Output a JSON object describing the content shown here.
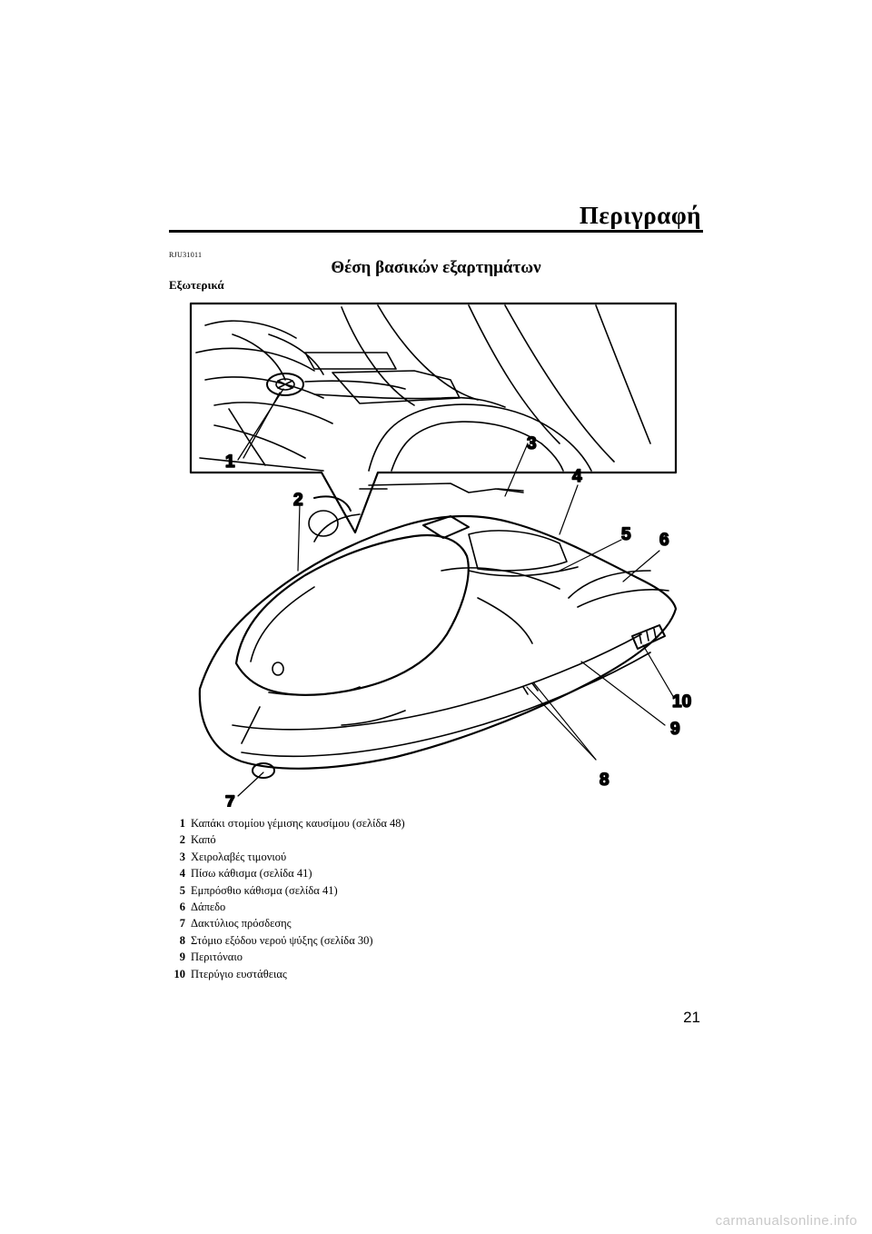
{
  "page": {
    "section_title": "Περιγραφή",
    "code": "RJU31011",
    "heading": "Θέση βασικών εξαρτημάτων",
    "subheading": "Εξωτερικά",
    "page_number": "21",
    "watermark": "carmanualsonline.info"
  },
  "callouts": [
    "1",
    "2",
    "3",
    "4",
    "5",
    "6",
    "7",
    "8",
    "9",
    "10"
  ],
  "legend": [
    {
      "num": "1",
      "text": "Καπάκι στομίου γέμισης καυσίμου (σελίδα 48)"
    },
    {
      "num": "2",
      "text": "Καπό"
    },
    {
      "num": "3",
      "text": "Χειρολαβές τιμονιού"
    },
    {
      "num": "4",
      "text": "Πίσω κάθισμα (σελίδα 41)"
    },
    {
      "num": "5",
      "text": "Εμπρόσθιο κάθισμα (σελίδα 41)"
    },
    {
      "num": "6",
      "text": "Δάπεδο"
    },
    {
      "num": "7",
      "text": "Δακτύλιος πρόσδεσης"
    },
    {
      "num": "8",
      "text": "Στόμιο εξόδου νερού ψύξης (σελίδα 30)"
    },
    {
      "num": "9",
      "text": "Περιτόναιο"
    },
    {
      "num": "10",
      "text": "Πτερύγιο ευστάθειας"
    }
  ]
}
